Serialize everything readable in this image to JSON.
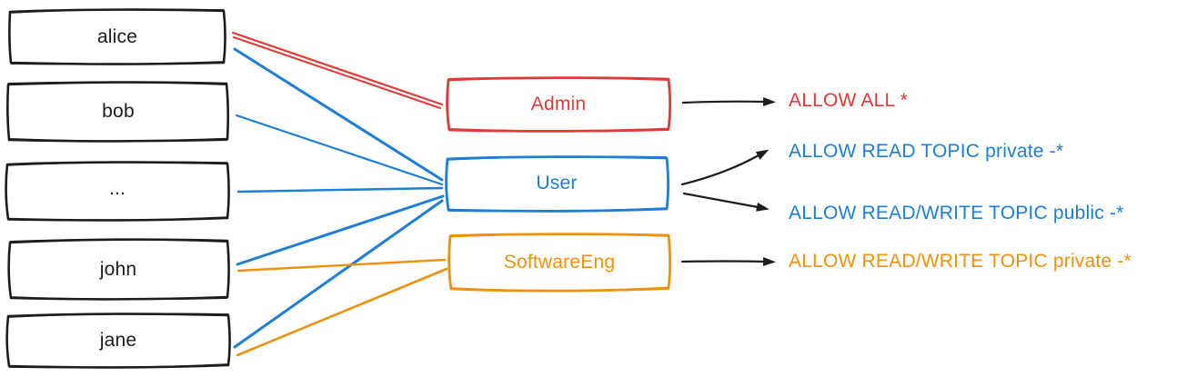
{
  "diagram_title": "users-to-roles-to-acl-permissions",
  "colors": {
    "red": "#e23936",
    "blue": "#1c7ed6",
    "orange": "#f0910d",
    "ink": "#1d1d1d",
    "bg": "#ffffff"
  },
  "users": [
    {
      "label": "alice"
    },
    {
      "label": "bob"
    },
    {
      "label": "..."
    },
    {
      "label": "john"
    },
    {
      "label": "jane"
    }
  ],
  "roles": [
    {
      "label": "Admin",
      "color": "#e23936"
    },
    {
      "label": "User",
      "color": "#1c7ed6"
    },
    {
      "label": "SoftwareEng",
      "color": "#f0910d"
    }
  ],
  "permissions": [
    {
      "label": "ALLOW ALL *",
      "color": "#e23936",
      "role": "Admin"
    },
    {
      "label": "ALLOW READ TOPIC private -*",
      "color": "#1c7ed6",
      "role": "User"
    },
    {
      "label": "ALLOW READ/WRITE TOPIC public -*",
      "color": "#1c7ed6",
      "role": "User"
    },
    {
      "label": "ALLOW READ/WRITE TOPIC private -*",
      "color": "#f0910d",
      "role": "SoftwareEng"
    }
  ],
  "assignments": [
    {
      "from": "alice",
      "to": "Admin",
      "color": "#e23936"
    },
    {
      "from": "alice",
      "to": "User",
      "color": "#1c7ed6"
    },
    {
      "from": "bob",
      "to": "User",
      "color": "#1c7ed6"
    },
    {
      "from": "...",
      "to": "User",
      "color": "#1c7ed6"
    },
    {
      "from": "john",
      "to": "User",
      "color": "#1c7ed6"
    },
    {
      "from": "john",
      "to": "SoftwareEng",
      "color": "#f0910d"
    },
    {
      "from": "jane",
      "to": "User",
      "color": "#1c7ed6"
    },
    {
      "from": "jane",
      "to": "SoftwareEng",
      "color": "#f0910d"
    }
  ]
}
